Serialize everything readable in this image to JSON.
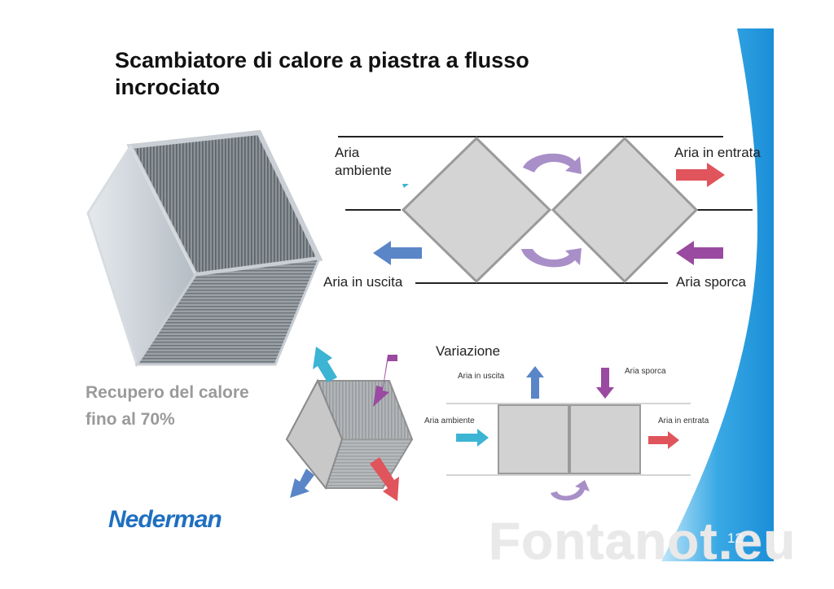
{
  "slide": {
    "title_line1": "Scambiatore di calore a piastra a flusso",
    "title_line2": "incrociato",
    "recupero_line1": "Recupero del calore",
    "recupero_line2": "fino al 70%",
    "logo": "Nederman",
    "page_number": "12",
    "watermark": "Fontanot.eu"
  },
  "top_diagram": {
    "aria_ambiente_line1": "Aria",
    "aria_ambiente_line2": "ambiente",
    "aria_in_entrata": "Aria in entrata",
    "aria_in_uscita": "Aria in uscita",
    "aria_sporca": "Aria sporca"
  },
  "variation_diagram": {
    "title": "Variazione",
    "aria_in_uscita": "Aria in uscita",
    "aria_sporca": "Aria sporca",
    "aria_ambiente": "Aria ambiente",
    "aria_in_entrata": "Aria in entrata"
  },
  "colors": {
    "blue_arrow": "#5a86c8",
    "red_arrow": "#e0545c",
    "purple_arrow": "#9a4aa0",
    "cyan_arrow": "#3cb4d4",
    "lavender_rotate": "#a98fc8",
    "side_band": "#2aa0e0",
    "logo": "#1f6fc0"
  }
}
